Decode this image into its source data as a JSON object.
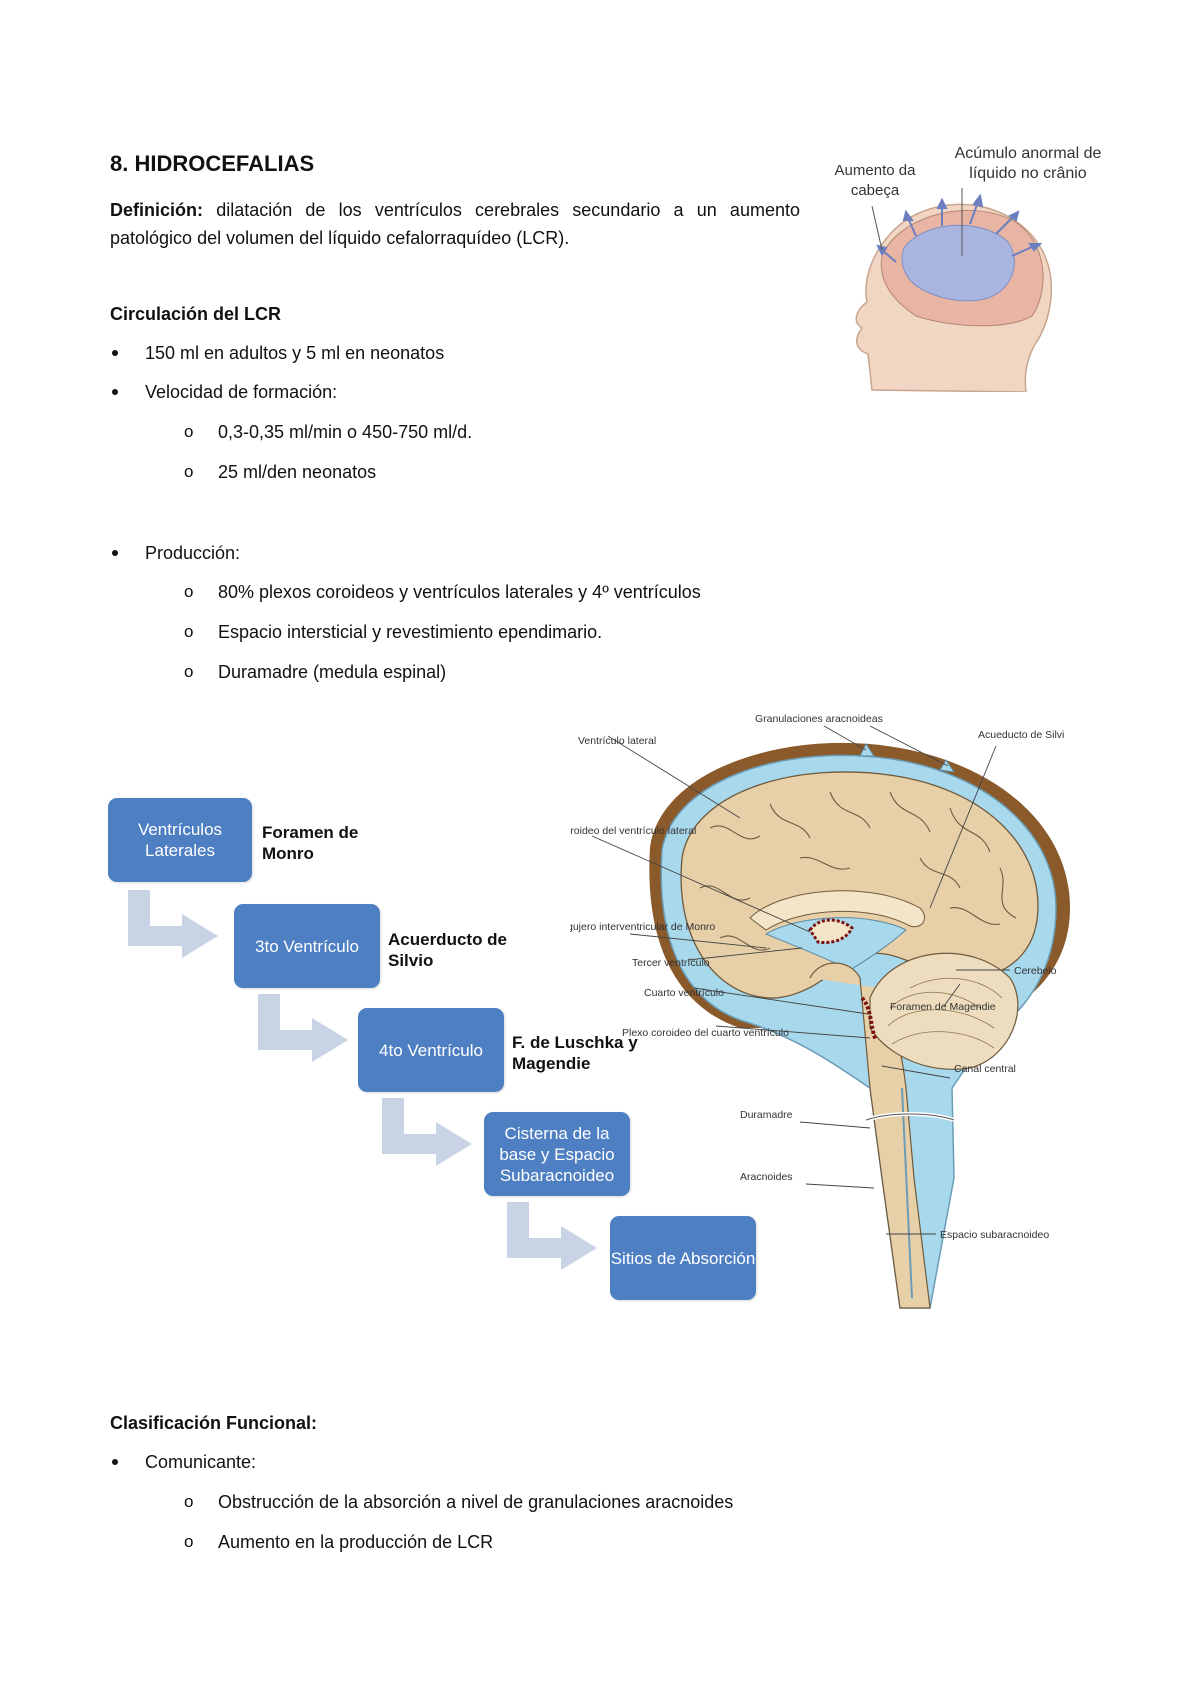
{
  "heading": "8. HIDROCEFALIAS",
  "definition": {
    "label": "Definición:",
    "text": "dilatación de los ventrículos cerebrales secundario a un aumento patológico del volumen del líquido cefalorraquídeo (LCR)."
  },
  "head_figure": {
    "label_left": "Aumento da cabeça",
    "label_right": "Acúmulo anormal de líquido no crânio"
  },
  "circulation": {
    "heading": "Circulación del LCR",
    "bullets": [
      {
        "text": "150 ml en adultos y 5 ml en neonatos",
        "sub": []
      },
      {
        "text": "Velocidad de formación:",
        "sub": [
          "0,3-0,35 ml/min o 450-750 ml/d.",
          "25 ml/den neonatos"
        ]
      },
      {
        "text": "Producción:",
        "sub": [
          "80% plexos coroideos y ventrículos laterales y 4º ventrículos",
          "Espacio intersticial y revestimiento ependimario.",
          "Duramadre (medula espinal)"
        ]
      }
    ],
    "sub_marker": "o"
  },
  "flow": {
    "steps": [
      "Ventrículos Laterales",
      "3to Ventrículo",
      "4to Ventrículo",
      "Cisterna de la base y Espacio Subaracnoideo",
      "Sitios de Absorción"
    ],
    "connectors": [
      "Foramen de Monro",
      "Acuerducto de Silvio",
      "F. de Luschka y Magendie"
    ]
  },
  "brain_figure": {
    "labels": {
      "granulaciones": "Granulaciones aracnoideas",
      "ventriculo_lateral": "Ventrículo lateral",
      "acueducto": "Acueducto de Silvi",
      "plexo_lateral": "Plexo coroideo del ventrículo lateral",
      "agujero": "Agujero interventricular de Monro",
      "tercer": "Tercer ventrículo",
      "cuarto": "Cuarto ventrículo",
      "plexo_cuarto": "Plexo coroideo del cuarto ventrículo",
      "cerebelo": "Cerebelo",
      "magendie": "Foramen de Magendie",
      "canal": "Canal central",
      "duramadre": "Duramadre",
      "aracnoides": "Aracnoides",
      "subaracnoideo": "Espacio subaracnoideo"
    }
  },
  "classification": {
    "heading": "Clasificación Funcional:",
    "bullets": [
      {
        "text": "Comunicante:",
        "sub": [
          "Obstrucción de la absorción a nivel de granulaciones aracnoides",
          "Aumento en la producción de LCR"
        ]
      }
    ]
  },
  "colors": {
    "box": "#4e7fc3",
    "arrow": "#c9d3e6",
    "csf": "#a8d8ec",
    "brain": "#e7cfa8",
    "skull": "#8a5a2b"
  }
}
